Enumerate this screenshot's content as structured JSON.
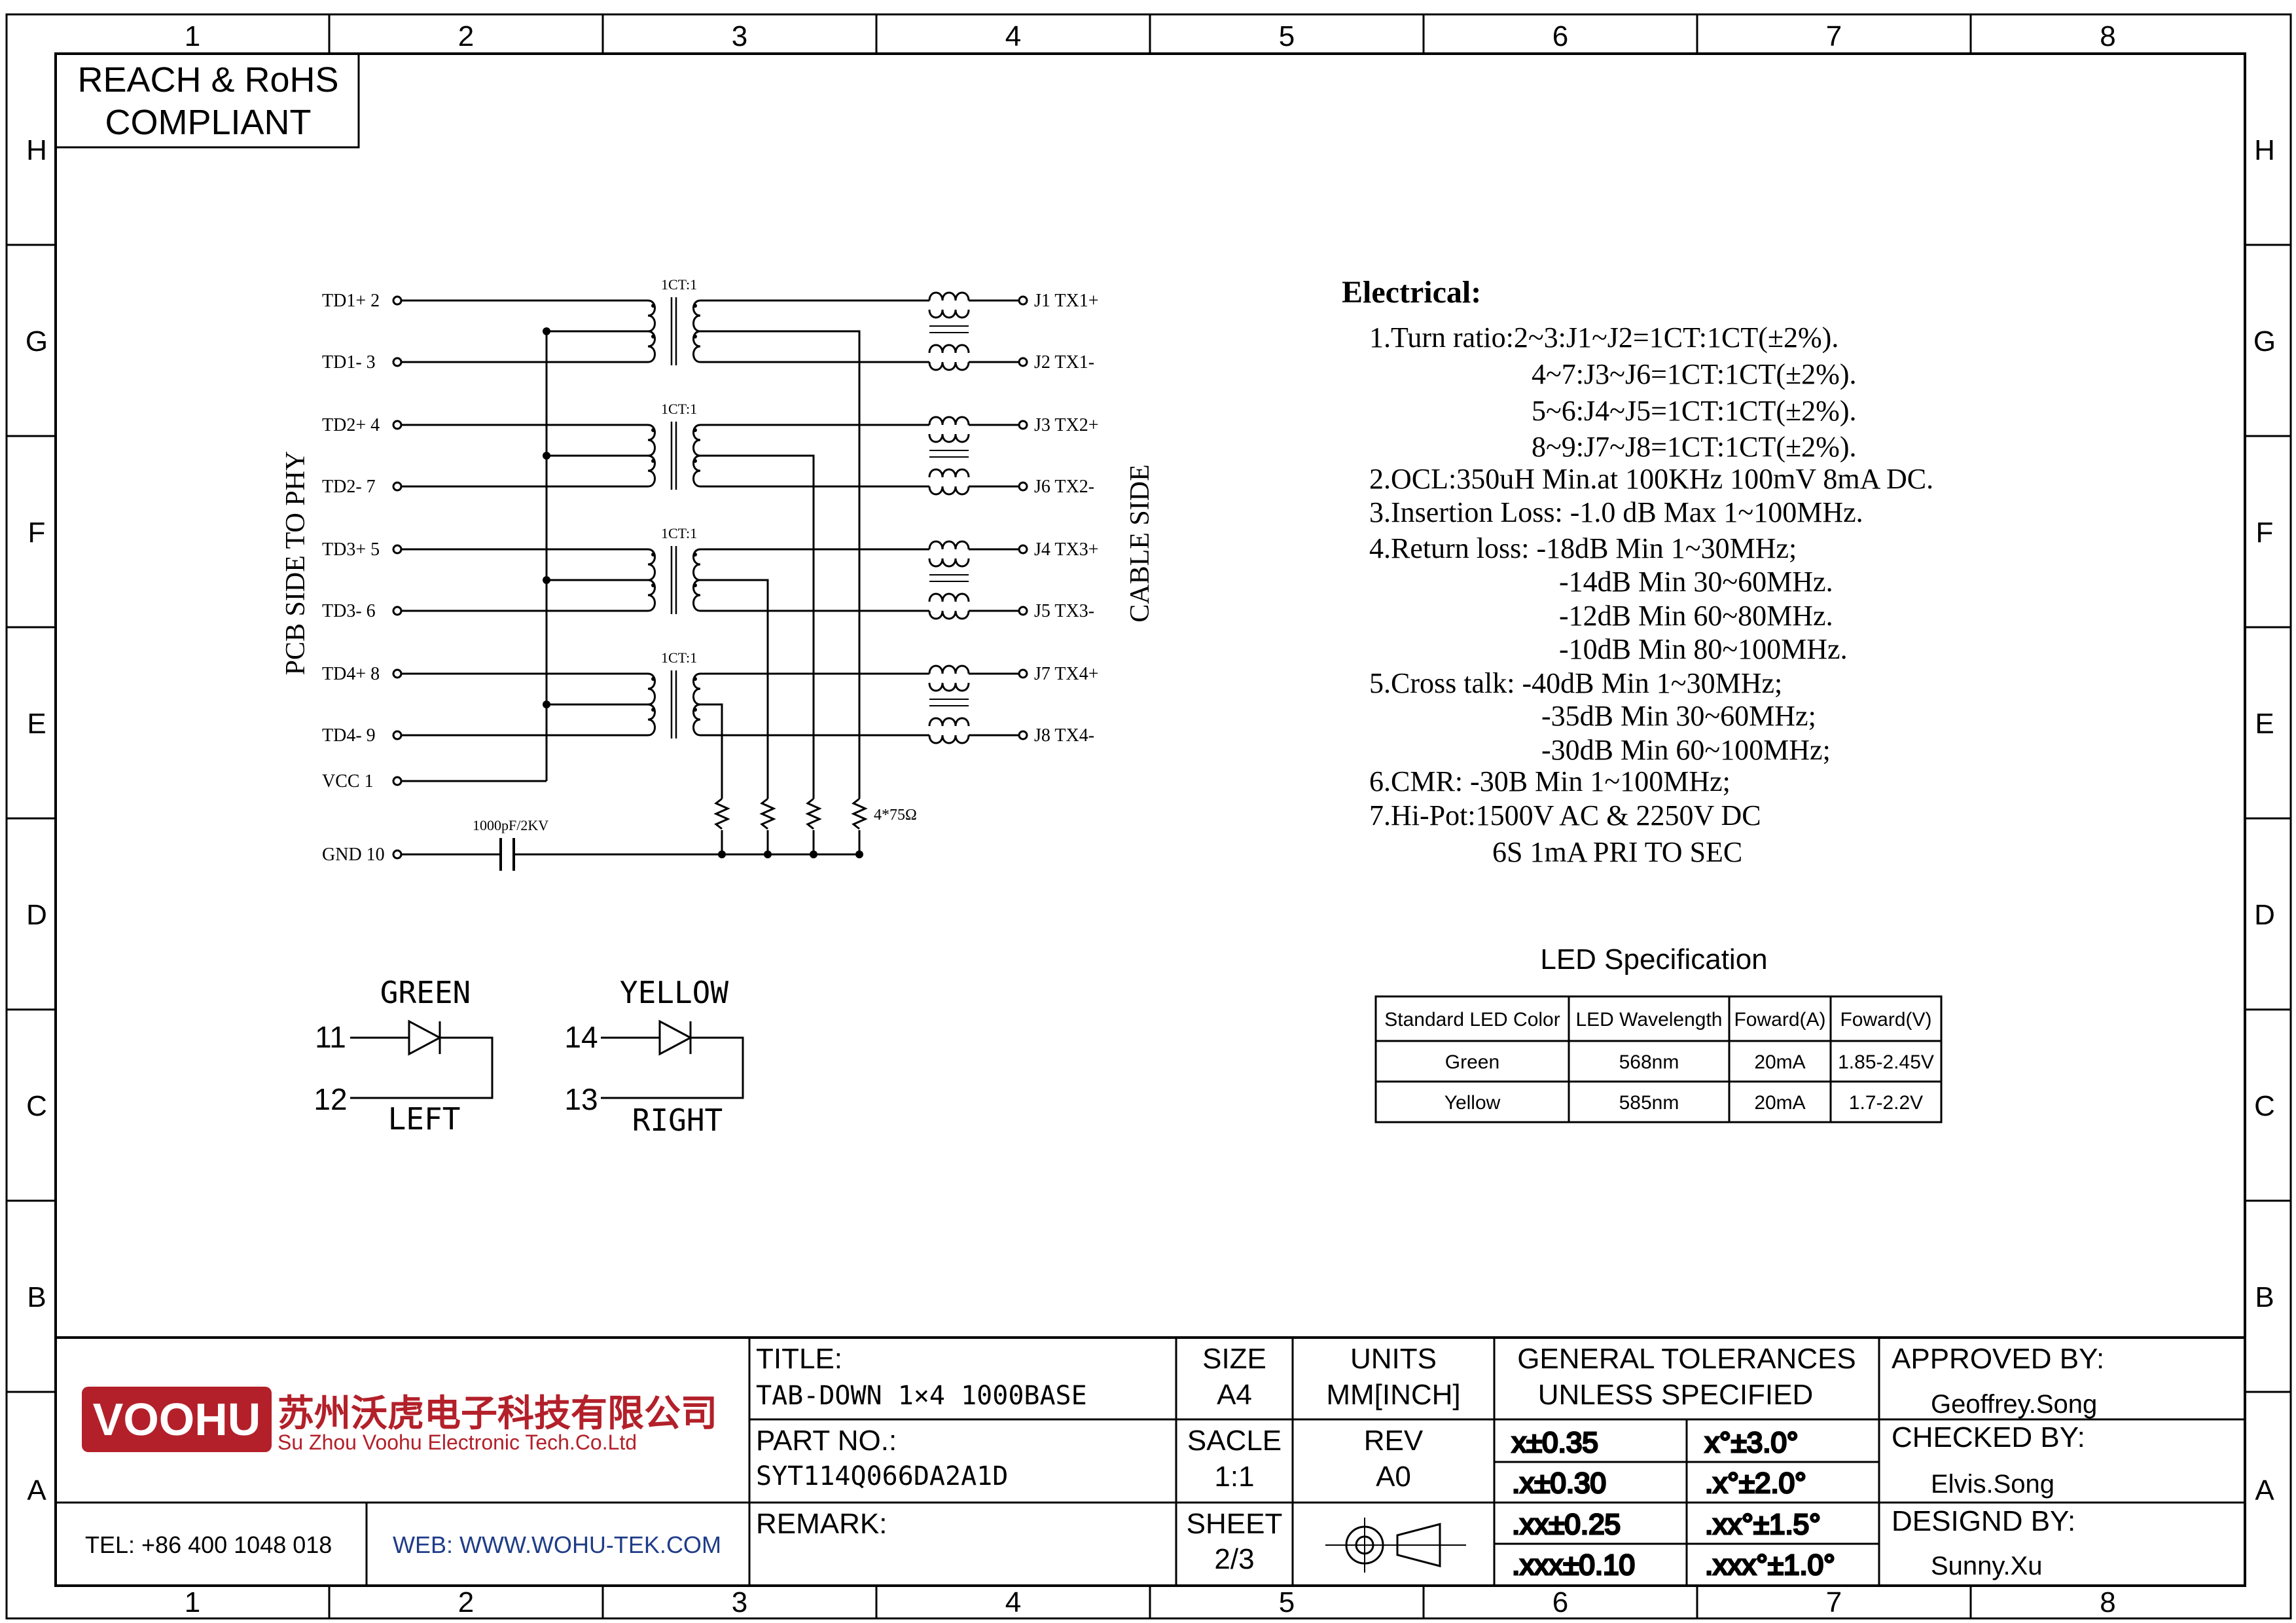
{
  "border": {
    "columns": [
      "1",
      "2",
      "3",
      "4",
      "5",
      "6",
      "7",
      "8"
    ],
    "rows": [
      "H",
      "G",
      "F",
      "E",
      "D",
      "C",
      "B",
      "A"
    ]
  },
  "compliance": {
    "line1": "REACH & RoHS",
    "line2": "COMPLIANT"
  },
  "schematic": {
    "left_label": "PCB SIDE TO PHY",
    "right_label": "CABLE SIDE",
    "left_pins": [
      "TD1+ 2",
      "TD1- 3",
      "TD2+ 4",
      "TD2- 7",
      "TD3+ 5",
      "TD3- 6",
      "TD4+ 8",
      "TD4- 9",
      "VCC  1",
      "GND 10"
    ],
    "right_pins": [
      "J1  TX1+",
      "J2  TX1-",
      "J3  TX2+",
      "J6  TX2-",
      "J4  TX3+",
      "J5  TX3-",
      "J7  TX4+",
      "J8  TX4-"
    ],
    "transformer_ratio": "1CT:1",
    "capacitor": "1000pF/2KV",
    "resistor": "4*75Ω"
  },
  "electrical": {
    "title": "Electrical:",
    "lines": [
      "1.Turn ratio:2~3:J1~J2=1CT:1CT(±2%).",
      "4~7:J3~J6=1CT:1CT(±2%).",
      "5~6:J4~J5=1CT:1CT(±2%).",
      "8~9:J7~J8=1CT:1CT(±2%).",
      "2.OCL:350uH Min.at 100KHz 100mV 8mA DC.",
      "3.Insertion Loss: -1.0 dB Max 1~100MHz.",
      "4.Return loss: -18dB Min 1~30MHz;",
      "-14dB Min 30~60MHz.",
      "-12dB Min 60~80MHz.",
      "-10dB Min 80~100MHz.",
      "5.Cross talk: -40dB Min 1~30MHz;",
      "-35dB Min 30~60MHz;",
      "-30dB Min 60~100MHz;",
      "6.CMR: -30B Min 1~100MHz;",
      "7.Hi-Pot:1500V AC & 2250V DC",
      "6S 1mA PRI TO SEC"
    ]
  },
  "led": {
    "green": {
      "label": "GREEN",
      "anode": "11",
      "cathode": "12",
      "side": "LEFT"
    },
    "yellow": {
      "label": "YELLOW",
      "anode": "14",
      "cathode": "13",
      "side": "RIGHT"
    }
  },
  "led_spec": {
    "title": "LED Specification",
    "headers": [
      "Standard LED Color",
      "LED Wavelength",
      "Foward(A)",
      "Foward(V)"
    ],
    "rows": [
      [
        "Green",
        "568nm",
        "20mA",
        "1.85-2.45V"
      ],
      [
        "Yellow",
        "585nm",
        "20mA",
        "1.7-2.2V"
      ]
    ]
  },
  "title_block": {
    "logo": "VOOHU",
    "company_cn": "苏州沃虎电子科技有限公司",
    "company_en": "Su Zhou Voohu Electronic Tech.Co.Ltd",
    "tel": "TEL: +86 400 1048 018",
    "web": "WEB: WWW.WOHU-TEK.COM",
    "title_label": "TITLE:",
    "title_value": "TAB-DOWN 1×4 1000BASE",
    "part_label": "PART NO.:",
    "part_value": "SYT114Q066DA2A1D",
    "remark_label": "REMARK:",
    "size_label": "SIZE",
    "size_value": "A4",
    "units_label": "UNITS",
    "units_value": "MM[INCH]",
    "scale_label": "SACLE",
    "scale_value": "1:1",
    "rev_label": "REV",
    "rev_value": "A0",
    "sheet_label": "SHEET",
    "sheet_value": "2/3",
    "tol_title1": "GENERAL TOLERANCES",
    "tol_title2": "UNLESS SPECIFIED",
    "tolerances": [
      [
        "x±0.35",
        "x°±3.0°"
      ],
      [
        ".x±0.30",
        ".x°±2.0°"
      ],
      [
        ".xx±0.25",
        ".xx°±1.5°"
      ],
      [
        ".xxx±0.10",
        ".xxx°±1.0°"
      ]
    ],
    "approved_label": "APPROVED BY:",
    "approved_value": "Geoffrey.Song",
    "checked_label": "CHECKED BY:",
    "checked_value": "Elvis.Song",
    "designed_label": "DESIGND BY:",
    "designed_value": "Sunny.Xu"
  },
  "colors": {
    "logo_red": "#b3202a",
    "web_blue": "#1f3c88",
    "line": "#000000"
  }
}
